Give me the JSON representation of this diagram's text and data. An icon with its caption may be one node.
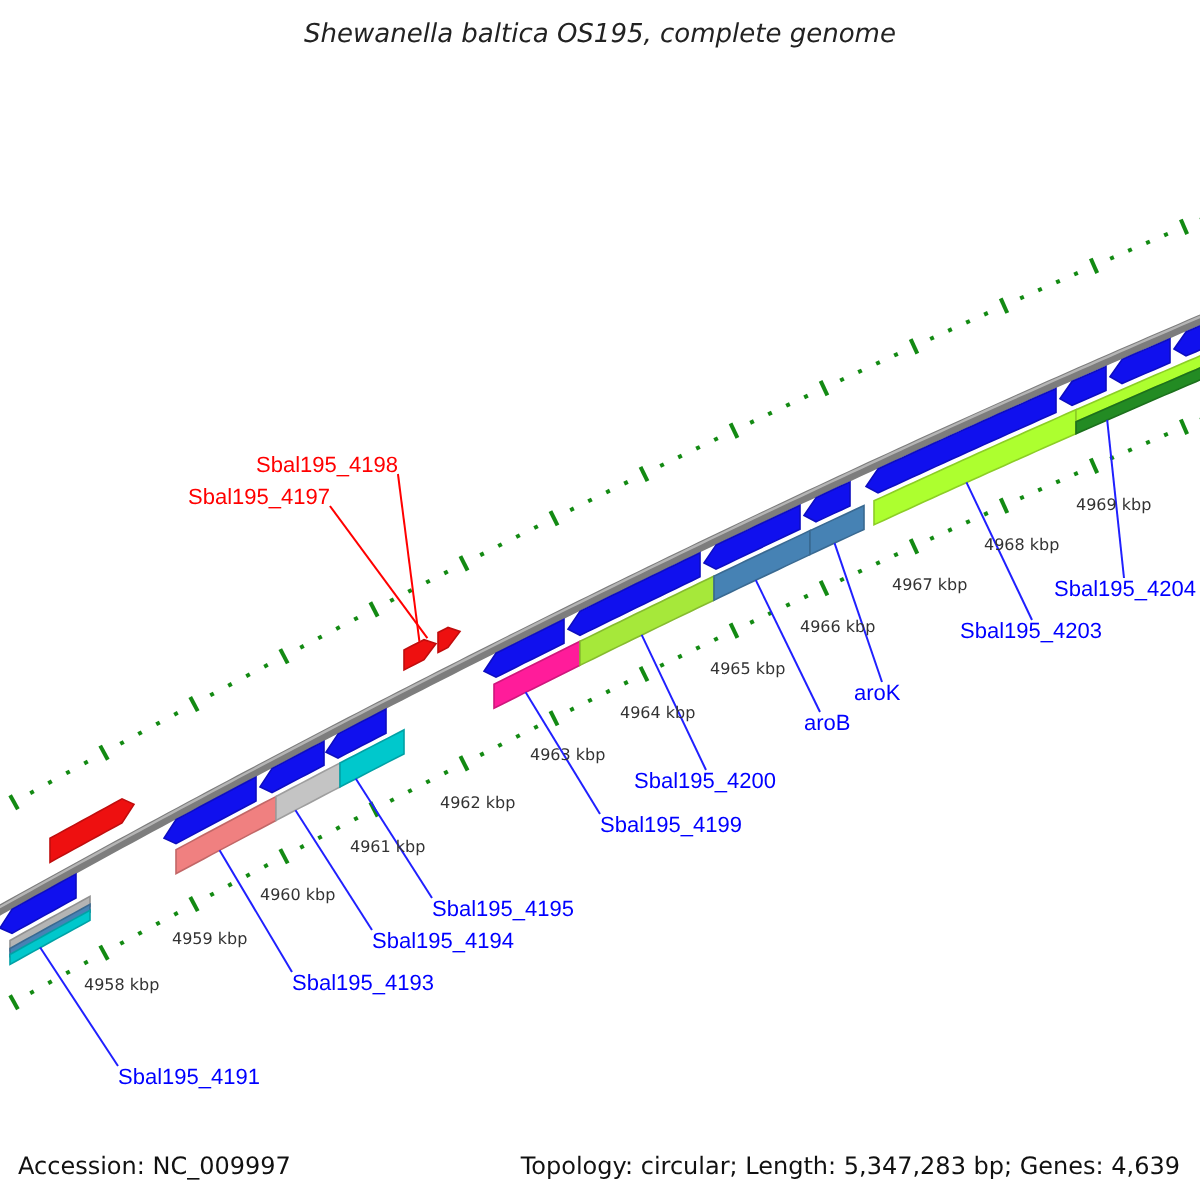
{
  "diagram": {
    "title": "Shewanella baltica OS195, complete genome",
    "nodes": [
      {
        "text": [
          "Sbal195_4198"
        ]
      },
      {
        "text": [
          "Sbal195_4197"
        ]
      },
      {
        "text": [
          "Sbal195_4204"
        ]
      },
      {
        "text": [
          "Sbal195_4203"
        ]
      },
      {
        "text": [
          "aroK"
        ]
      },
      {
        "text": [
          "aroB"
        ]
      },
      {
        "text": [
          "Sbal195_4200"
        ]
      },
      {
        "text": [
          "Sbal195_4199"
        ]
      },
      {
        "text": [
          "Sbal195_4195"
        ]
      },
      {
        "text": [
          "Sbal195_4194"
        ]
      },
      {
        "text": [
          "Sbal195_4193"
        ]
      },
      {
        "text": [
          "Sbal195_4191"
        ]
      },
      {
        "text": [],
        "shape": "pentagon"
      },
      {
        "text": [],
        "shape": "pentagon"
      },
      {
        "text": [],
        "shape": "pentagon"
      },
      {
        "text": [],
        "shape": "pentagon"
      },
      {
        "text": [],
        "shape": "pentagon"
      },
      {
        "text": [],
        "shape": "pentagon"
      },
      {
        "text": [],
        "shape": "pentagon"
      },
      {
        "text": [],
        "shape": "pentagon"
      },
      {
        "text": [],
        "shape": "pentagon"
      },
      {
        "text": [],
        "shape": "pentagon"
      },
      {
        "text": [],
        "shape": "pentagon"
      },
      {
        "text": [],
        "shape": "pentagon"
      },
      {
        "text": [],
        "shape": "pentagon"
      },
      {
        "text": [],
        "shape": "pentagon"
      },
      {
        "text": [],
        "shape": "pentagon"
      },
      {
        "text": [],
        "shape": "bar"
      },
      {
        "text": [],
        "shape": "bar"
      },
      {
        "text": [],
        "shape": "bar"
      },
      {
        "text": [],
        "shape": "bar"
      },
      {
        "text": [],
        "shape": "bar"
      },
      {
        "text": [],
        "shape": "bar"
      },
      {
        "text": [],
        "shape": "bar"
      },
      {
        "text": [],
        "shape": "bar"
      },
      {
        "text": [],
        "shape": "bar"
      },
      {
        "text": [],
        "shape": "bar"
      },
      {
        "text": [],
        "shape": "bar"
      },
      {
        "text": [],
        "shape": "bar"
      },
      {
        "text": [],
        "shape": "bar"
      }
    ],
    "edges": [
      {
        "from": 0,
        "to": 13,
        "arrow": "none",
        "color": "#ff0000"
      },
      {
        "from": 1,
        "to": 14,
        "arrow": "none",
        "color": "#ff0000"
      },
      {
        "from": 2,
        "to": 39,
        "arrow": "none"
      },
      {
        "from": 3,
        "to": 37,
        "arrow": "none"
      },
      {
        "from": 4,
        "to": 36,
        "arrow": "none"
      },
      {
        "from": 5,
        "to": 35,
        "arrow": "none"
      },
      {
        "from": 6,
        "to": 34,
        "arrow": "none"
      },
      {
        "from": 7,
        "to": 33,
        "arrow": "none"
      },
      {
        "from": 8,
        "to": 32,
        "arrow": "none"
      },
      {
        "from": 9,
        "to": 31,
        "arrow": "none"
      },
      {
        "from": 10,
        "to": 30,
        "arrow": "none"
      },
      {
        "from": 11,
        "to": 29,
        "arrow": "none"
      }
    ],
    "labels": [
      "4969 kbp",
      "4968 kbp",
      "4967 kbp",
      "4966 kbp",
      "4965 kbp",
      "4964 kbp",
      "4963 kbp",
      "4962 kbp",
      "4961 kbp",
      "4960 kbp",
      "4959 kbp",
      "4958 kbp",
      "Accession: NC_009997",
      "Topology: circular; Length: 5,347,283 bp; Genes: 4,639"
    ]
  }
}
